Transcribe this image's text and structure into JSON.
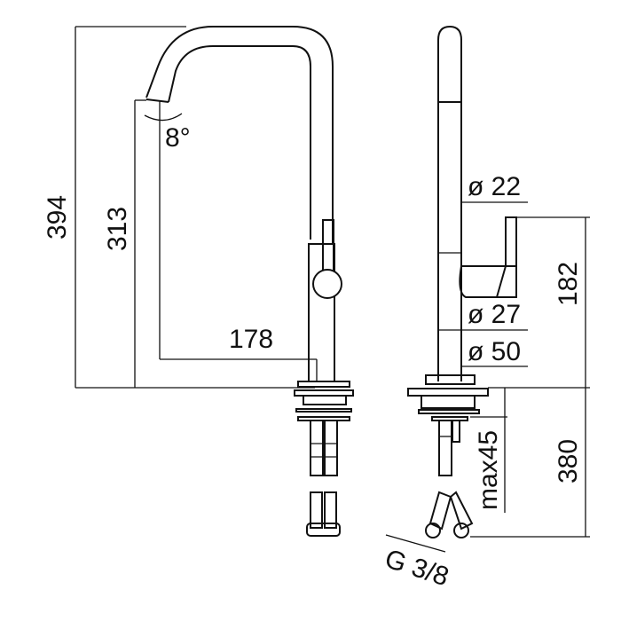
{
  "dimensions": {
    "total_height": "394",
    "spout_height": "313",
    "spout_angle": "8°",
    "spout_reach": "178",
    "tube_diameter": "ø 22",
    "body_diameter": "ø 27",
    "base_diameter": "ø 50",
    "lever_height": "182",
    "hose_length": "380",
    "max_deck_thickness": "max45",
    "connection_thread": "G 3/8"
  }
}
